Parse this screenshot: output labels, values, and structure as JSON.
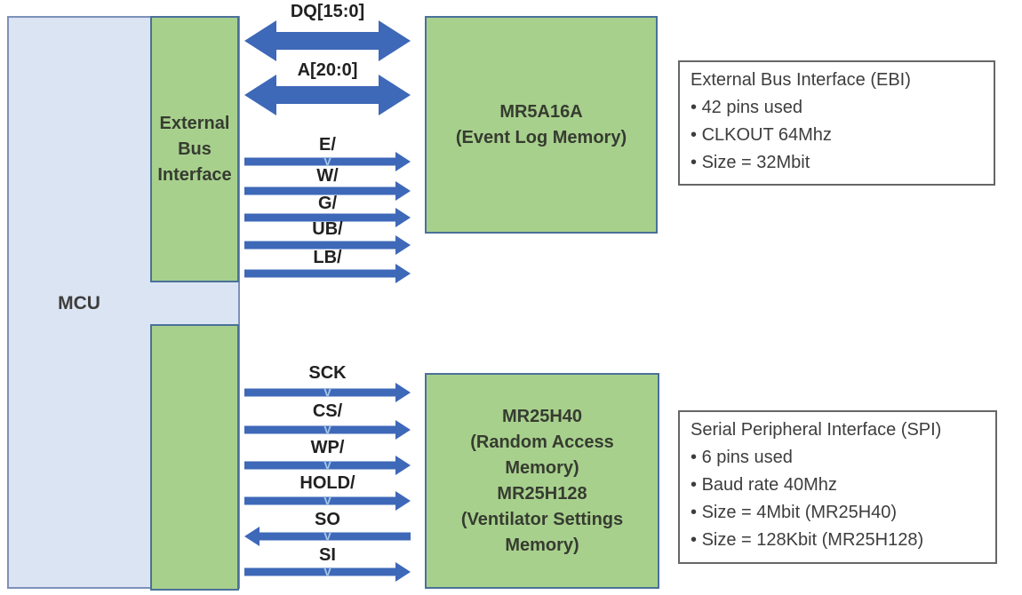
{
  "diagram": {
    "mcu_label": "MCU",
    "ebi_block_label": "External\nBus\nInterface",
    "memory1_label": "MR5A16A\n(Event Log Memory)",
    "memory2_label": "MR25H40\n(Random Access\nMemory)\nMR25H128\n(Ventilator Settings\nMemory)",
    "marker_glyph": "v",
    "ebi_signals": [
      {
        "label": "DQ[15:0]",
        "type": "bidirectional",
        "marker": false
      },
      {
        "label": "A[20:0]",
        "type": "bidirectional",
        "marker": false
      },
      {
        "label": "E/",
        "type": "right",
        "marker": true
      },
      {
        "label": "W/",
        "type": "right",
        "marker": false
      },
      {
        "label": "G/",
        "type": "right",
        "marker": false
      },
      {
        "label": "UB/",
        "type": "right",
        "marker": false
      },
      {
        "label": "LB/",
        "type": "right",
        "marker": false
      }
    ],
    "spi_signals": [
      {
        "label": "SCK",
        "type": "right",
        "marker": true
      },
      {
        "label": "CS/",
        "type": "right",
        "marker": true
      },
      {
        "label": "WP/",
        "type": "right",
        "marker": true
      },
      {
        "label": "HOLD/",
        "type": "right",
        "marker": true
      },
      {
        "label": "SO",
        "type": "left",
        "marker": true
      },
      {
        "label": "SI",
        "type": "right",
        "marker": true
      }
    ],
    "ebi_note": {
      "title": "External Bus Interface (EBI)",
      "bullets": [
        "42 pins used",
        "CLKOUT 64Mhz",
        "Size = 32Mbit"
      ]
    },
    "spi_note": {
      "title": "Serial Peripheral Interface (SPI)",
      "bullets": [
        "6 pins used",
        "Baud rate 40Mhz",
        "Size = 4Mbit (MR25H40)",
        "Size = 128Kbit (MR25H128)"
      ]
    },
    "colors": {
      "mcu_fill": "#dbe4f2",
      "mcu_border": "#7d91bb",
      "block_fill": "#a8d08d",
      "block_border": "#4a7199",
      "arrow_fill": "#3e68b8",
      "marker": "#9fc3e8",
      "note_border": "#666666",
      "text_dark": "#3d3d3d"
    }
  }
}
